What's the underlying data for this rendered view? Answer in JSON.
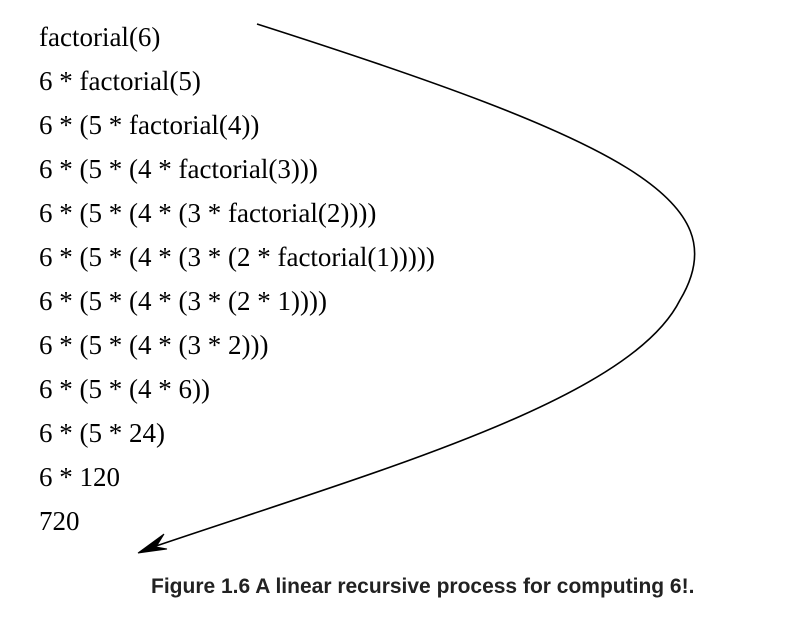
{
  "figure": {
    "lines": [
      "factorial(6)",
      "6 * factorial(5)",
      "6 * (5 * factorial(4))",
      "6 * (5 * (4 * factorial(3)))",
      "6 * (5 * (4 * (3 * factorial(2))))",
      "6 * (5 * (4 * (3 * (2 * factorial(1)))))",
      "6 * (5 * (4 * (3 * (2 * 1))))",
      "6 * (5 * (4 * (3 * 2)))",
      "6 * (5 * (4 * 6))",
      "6 * (5 * 24)",
      "6 * 120",
      "720"
    ],
    "caption": "Figure 1.6 A linear recursive process for computing 6!."
  },
  "colors": {
    "text": "#000000",
    "arrow": "#000000",
    "caption": "#222222",
    "background": "#ffffff"
  }
}
